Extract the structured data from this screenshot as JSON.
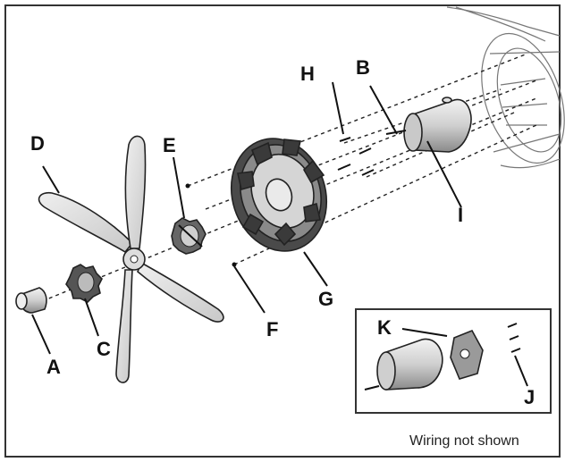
{
  "labels": {
    "A": "A",
    "B": "B",
    "C": "C",
    "D": "D",
    "E": "E",
    "F": "F",
    "G": "G",
    "H": "H",
    "I": "I",
    "J": "J",
    "K": "K"
  },
  "note": "Wiring not shown",
  "colors": {
    "frame": "#333333",
    "part_fill": "#d9d9d9",
    "part_dark": "#555555",
    "prop_fill": "#dcdcdc"
  }
}
